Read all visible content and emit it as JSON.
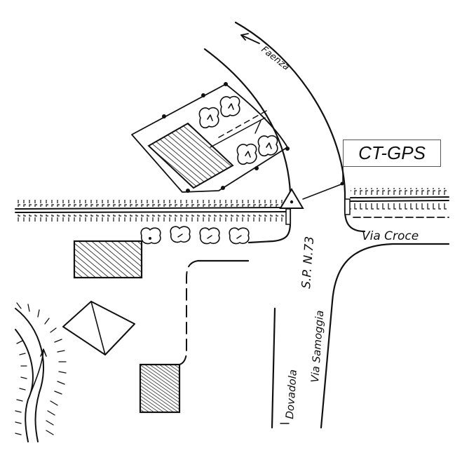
{
  "map": {
    "ink_color": "#111111",
    "background_color": "#ffffff",
    "labels": {
      "faenza": "Faenza",
      "via_croce": "Via Croce",
      "sp73": "S.P. N.73",
      "via_samoggia": "Via Samoggia",
      "dovadola": "Dovadola"
    },
    "station": {
      "label": "CT-GPS",
      "icon": "triangle-marker-icon"
    }
  }
}
